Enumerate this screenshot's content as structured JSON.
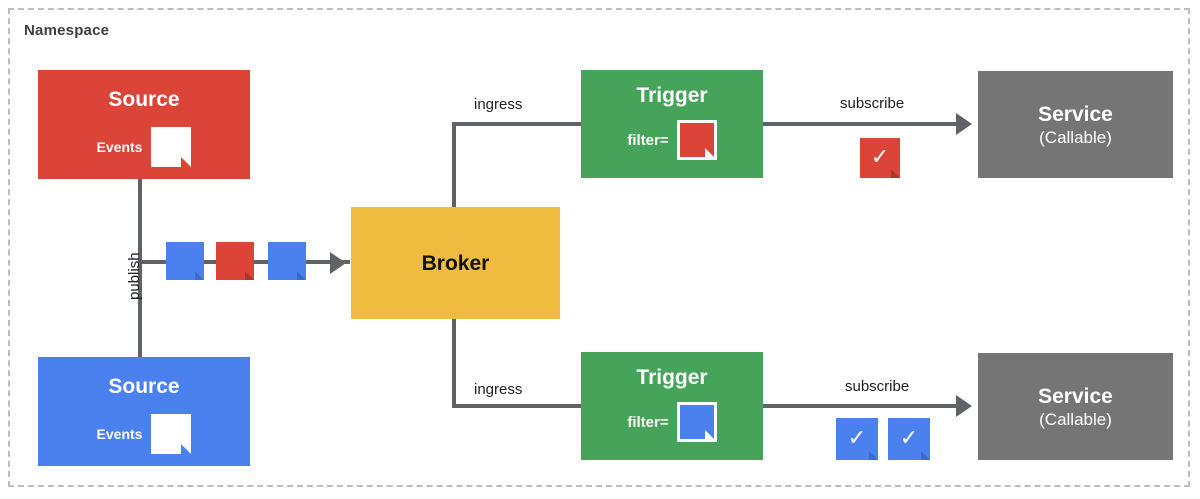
{
  "namespace": {
    "label": "Namespace"
  },
  "colors": {
    "red": "#db4437",
    "blue": "#4a81ee",
    "green": "#46a35a",
    "yellow": "#f0bc3f",
    "gray": "#757575",
    "line": "#5f6368",
    "frame": "#bdbdbd"
  },
  "sources": [
    {
      "title": "Source",
      "events_label": "Events",
      "color": "red",
      "card": "white"
    },
    {
      "title": "Source",
      "events_label": "Events",
      "color": "blue",
      "card": "white"
    }
  ],
  "broker": {
    "title": "Broker"
  },
  "triggers": [
    {
      "title": "Trigger",
      "filter_label": "filter=",
      "filter_card_color": "red"
    },
    {
      "title": "Trigger",
      "filter_label": "filter=",
      "filter_card_color": "blue"
    }
  ],
  "services": [
    {
      "title": "Service",
      "subtitle": "(Callable)"
    },
    {
      "title": "Service",
      "subtitle": "(Callable)"
    }
  ],
  "edges": {
    "publish": "publish",
    "ingress_top": "ingress",
    "ingress_bottom": "ingress",
    "subscribe_top": "subscribe",
    "subscribe_bottom": "subscribe"
  },
  "event_stream": [
    {
      "color": "blue"
    },
    {
      "color": "red"
    },
    {
      "color": "blue"
    }
  ],
  "delivered_top": [
    {
      "color": "red",
      "glyph": "✓"
    }
  ],
  "delivered_bottom": [
    {
      "color": "blue",
      "glyph": "✓"
    },
    {
      "color": "blue",
      "glyph": "✓"
    }
  ]
}
